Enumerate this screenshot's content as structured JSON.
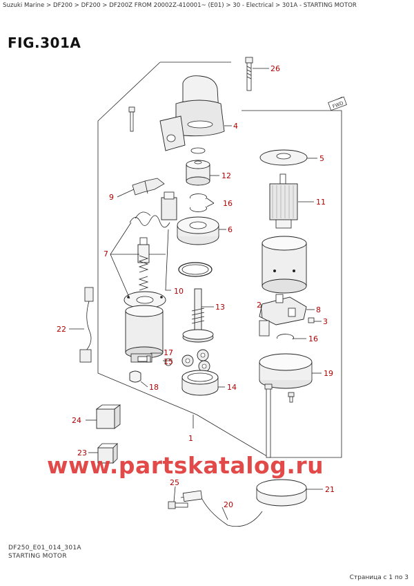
{
  "breadcrumb": "Suzuki Marine > DF200 > DF200 > DF200Z FROM 20002Z-410001~ (E01) > 30 - Electrical > 301A - STARTING MOTOR",
  "figure_title": "FIG.301A",
  "fwd_label": "FWD",
  "watermark": "www.partskatalog.ru",
  "footer": {
    "code": "DF250_E01_014_301A",
    "caption": "STARTING MOTOR",
    "page_info": "Страница с 1 по 3"
  },
  "callouts": {
    "c1": "1",
    "c2": "2",
    "c3": "3",
    "c4": "4",
    "c5": "5",
    "c6": "6",
    "c7": "7",
    "c8": "8",
    "c9": "9",
    "c10": "10",
    "c11": "11",
    "c12": "12",
    "c13": "13",
    "c14": "14",
    "c15": "15",
    "c16a": "16",
    "c16b": "16",
    "c17": "17",
    "c18": "18",
    "c19": "19",
    "c20": "20",
    "c21": "21",
    "c22": "22",
    "c23": "23",
    "c24": "24",
    "c25": "25",
    "c26": "26"
  },
  "colors": {
    "callout": "#b00000",
    "line": "#222222",
    "watermark": "#e03a3a"
  }
}
